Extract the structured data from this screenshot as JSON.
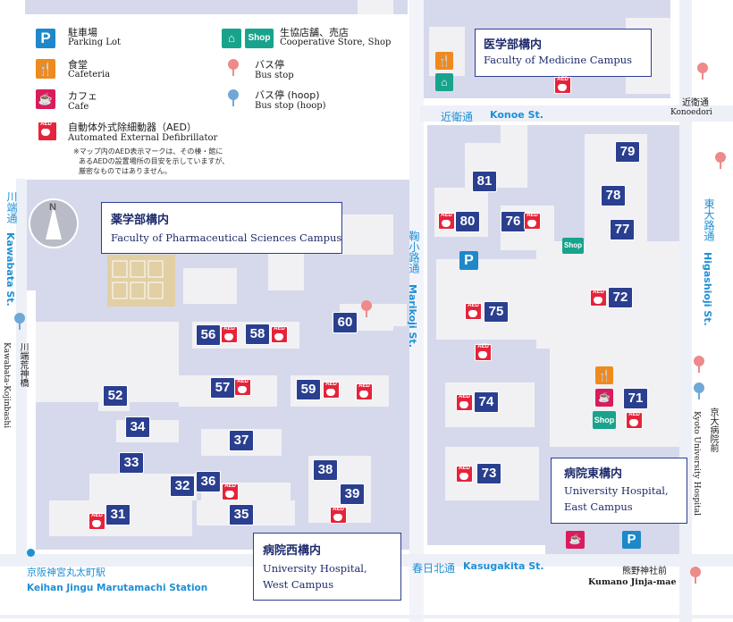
{
  "legend": {
    "parking": {
      "jp": "駐車場",
      "en": "Parking Lot",
      "symbol": "P"
    },
    "cafeteria": {
      "jp": "食堂",
      "en": "Cafeteria"
    },
    "cafe": {
      "jp": "カフェ",
      "en": "Cafe"
    },
    "aed": {
      "jp": "自動体外式除細動器（AED）",
      "en": "Automated External Defibrillator"
    },
    "aed_note": [
      "※マップ内のAED表示マークは、その棟・館に",
      "あるAEDの設置場所の目安を示していますが、",
      "厳密なものではありません。"
    ],
    "shop": {
      "jp": "生協店舗、売店",
      "en": "Cooperative Store, Shop",
      "symbol": "Shop"
    },
    "bus": {
      "jp": "バス停",
      "en": "Bus stop"
    },
    "bus_hoop": {
      "jp": "バス停 (hoop)",
      "en": "Bus stop (hoop)"
    }
  },
  "colors": {
    "building_num": "#2a3f8f",
    "aed": "#e5243b",
    "parking": "#1e88c8",
    "cafeteria": "#f08a1c",
    "cafe": "#d91c5c",
    "shop": "#18a38c",
    "bus": "#ee8a8a",
    "bus_hoop": "#6fa8d6",
    "street": "#1f8fd6"
  },
  "campuses": {
    "medicine": {
      "jp": "医学部構内",
      "en": "Faculty of Medicine Campus"
    },
    "pharma": {
      "jp": "薬学部構内",
      "en": "Faculty of  Pharmaceutical Sciences Campus"
    },
    "hosp_east": {
      "jp": "病院東構内",
      "en1": "University Hospital,",
      "en2": "East Campus"
    },
    "hosp_west": {
      "jp": "病院西構内",
      "en1": "University Hospital,",
      "en2": "West Campus"
    }
  },
  "streets": {
    "konoe": {
      "jp": "近衛通",
      "en": "Konoe St."
    },
    "marikoji": {
      "jp": "鞠小路通",
      "en": "Marikoji St."
    },
    "kawabata": {
      "jp": "川端通",
      "en": "Kawabata St."
    },
    "higashioji": {
      "jp": "東大路通",
      "en": "Higashioji St."
    },
    "kasugakita": {
      "jp": "春日北通",
      "en": "Kasugakita St."
    }
  },
  "stops": {
    "konoedori": {
      "jp": "近衛通",
      "en": "Konoedori"
    },
    "kawabata_kojinbashi": {
      "jp": "川端荒神橋",
      "en": "Kawabata-Kojinbashi"
    },
    "hospital_mae": {
      "jp": "京大病院前",
      "en": "Kyoto University Hospital"
    },
    "kumano": {
      "jp": "熊野神社前",
      "en": "Kumano Jinja-mae"
    },
    "keihan": {
      "jp": "京阪神宮丸太町駅",
      "en": "Keihan Jingu Marutamachi Station"
    }
  },
  "compass": "N",
  "buildings": [
    "31",
    "32",
    "33",
    "34",
    "35",
    "36",
    "37",
    "38",
    "39",
    "52",
    "56",
    "57",
    "58",
    "59",
    "60",
    "71",
    "72",
    "73",
    "74",
    "75",
    "76",
    "77",
    "78",
    "79",
    "80",
    "81"
  ]
}
